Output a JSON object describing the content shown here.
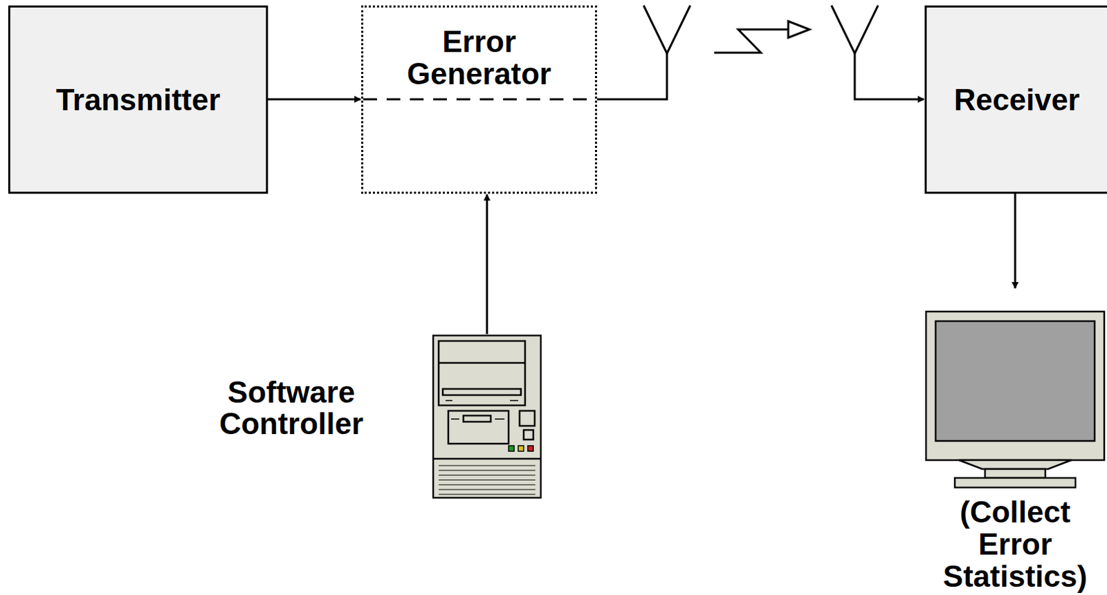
{
  "diagram": {
    "nodes": [
      {
        "text": [
          "Transmitter"
        ]
      },
      {
        "text": [
          "Error Generator"
        ]
      },
      {
        "text": [
          "Receiver"
        ]
      },
      {
        "text": [
          "Software Controller"
        ]
      },
      {
        "text": [
          "(Collect Error Statistics)"
        ]
      }
    ],
    "edges": [
      {
        "from": 0,
        "to": 1,
        "arrow": "to"
      },
      {
        "from": 1,
        "to": 2,
        "arrow": "to"
      },
      {
        "from": 3,
        "to": 1,
        "arrow": "to"
      },
      {
        "from": 2,
        "to": 4,
        "arrow": "to"
      }
    ]
  }
}
